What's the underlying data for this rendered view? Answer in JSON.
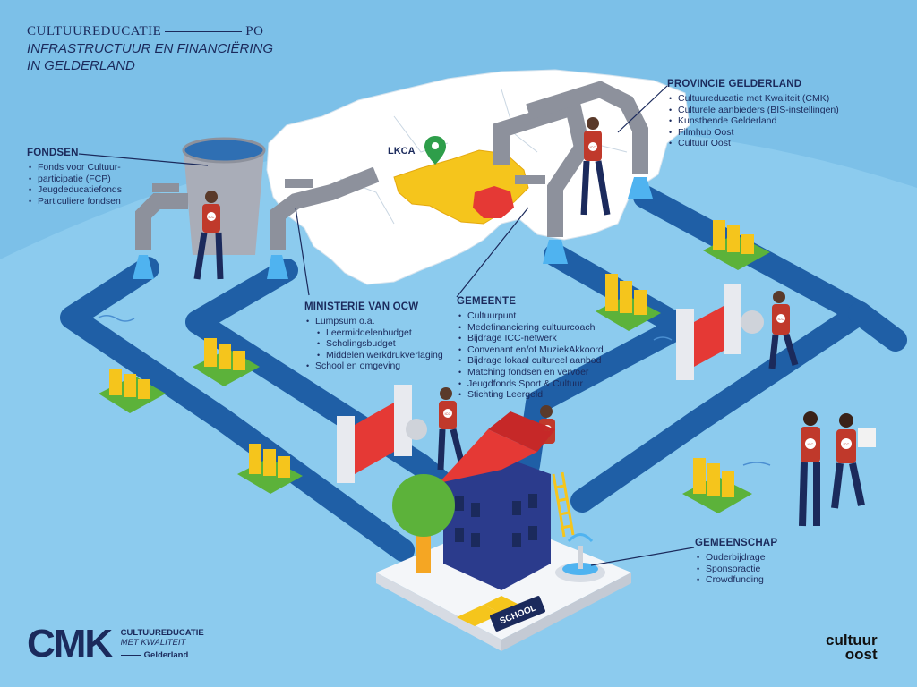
{
  "title": {
    "overline_left": "CULTUUREDUCATIE",
    "overline_right": "PO",
    "line1": "INFRASTRUCTUUR EN FINANCIËRING",
    "line2": "IN GELDERLAND"
  },
  "map": {
    "lkca_label": "LKCA"
  },
  "fondsen": {
    "heading": "FONDSEN",
    "items": [
      "Fonds voor Cultuur-",
      "participatie (FCP)",
      "Jeugdeducatiefonds",
      "Particuliere fondsen"
    ]
  },
  "ministerie": {
    "heading": "MINISTERIE VAN OCW",
    "items": [
      "Lumpsum o.a.",
      "School en omgeving"
    ],
    "subitems": [
      "Leermiddelenbudget",
      "Scholingsbudget",
      "Middelen werkdrukverlaging"
    ]
  },
  "gemeente": {
    "heading": "GEMEENTE",
    "items": [
      "Cultuurpunt",
      "Medefinanciering cultuurcoach",
      "Bijdrage ICC-netwerk",
      "Convenant en/of MuziekAkkoord",
      "Bijdrage lokaal cultureel aanbod",
      "Matching fondsen en vervoer",
      "Jeugdfonds Sport & Cultuur",
      "Stichting Leergeld"
    ]
  },
  "provincie": {
    "heading": "PROVINCIE GELDERLAND",
    "items": [
      "Cultuureducatie met Kwaliteit (CMK)",
      "Culturele aanbieders (BIS-instellingen)",
      "Kunstbende Gelderland",
      "Filmhub Oost",
      "Cultuur Oost"
    ]
  },
  "gemeenschap": {
    "heading": "GEMEENSCHAP",
    "items": [
      "Ouderbijdrage",
      "Sponsoractie",
      "Crowdfunding"
    ]
  },
  "school_sign": "SCHOOL",
  "icc_badge": "ICC",
  "logos": {
    "cmk_letters": "CMK",
    "cmk_line1": "CULTUUREDUCATIE",
    "cmk_line2": "MET KWALITEIT",
    "cmk_line3": "Gelderland",
    "cultuuroost_line1": "cultuur",
    "cultuuroost_line2": "oost"
  },
  "colors": {
    "background": "#7cc0e8",
    "river": "#1f5fa6",
    "navy": "#1b2a5c",
    "gelderland": "#f5c51c",
    "accent_red": "#e53935",
    "coins": "#f5c51c",
    "grass": "#5cb23a"
  }
}
